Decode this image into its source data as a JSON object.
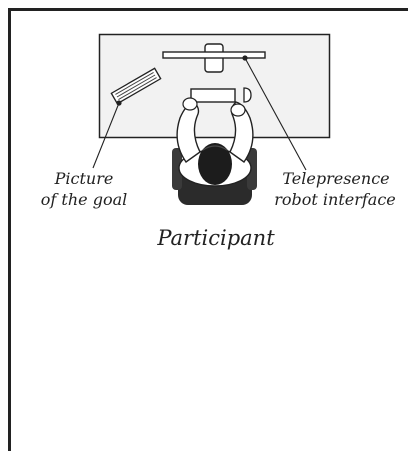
{
  "labels": {
    "picture_line1": "Picture",
    "picture_line2": "of the goal",
    "telepresence_line1": "Telepresence",
    "telepresence_line2": "robot interface",
    "participant": "Participant"
  },
  "colors": {
    "room_border": "#222222",
    "table_fill": "#f2f2f2",
    "hair": "#1c1c1c",
    "chair": "#2b2b2b",
    "arm_fill": "#ffffff"
  }
}
